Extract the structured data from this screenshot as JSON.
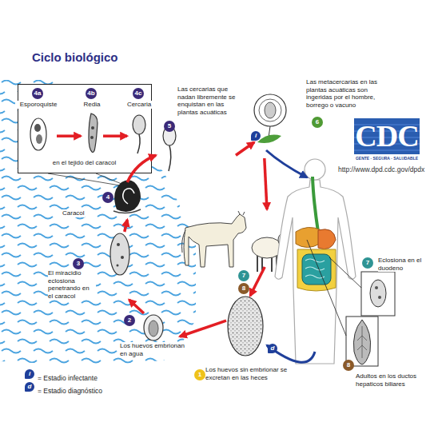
{
  "diagram": {
    "title": "Ciclo biológico",
    "nodes": [
      {
        "text": [
          "en el tejido del caracol"
        ]
      },
      {
        "text": [
          "4a",
          "Esporoquiste"
        ],
        "in": 0
      },
      {
        "text": [
          "4b",
          "Redia"
        ],
        "in": 0
      },
      {
        "text": [
          "4c",
          "Cercaria"
        ],
        "in": 0
      },
      {
        "text": [
          "5",
          "Las cercarias que nadan libremente se enquistan en las plantas acuáticas"
        ]
      },
      {
        "text": [
          "Las metacercarias en las plantas acuáticas son ingeridas por el hombre, borrego o vacuno",
          "6",
          "i"
        ]
      },
      {
        "text": [
          "4",
          "Caracol"
        ]
      },
      {
        "text": [
          "7",
          "8"
        ]
      },
      {
        "text": [
          "7",
          "Eclosiona en el duodeno"
        ]
      },
      {
        "text": [
          "3",
          "El miracidio eclosiona penetrando en el caracol"
        ]
      },
      {
        "text": [
          "2",
          "Los huevos embrionan en agua"
        ]
      },
      {
        "text": [
          "d",
          "1",
          "Los huevos sin embrionar se excretan en las heces"
        ]
      },
      {
        "text": [
          "8",
          "Adultos en los ductos hepaticos biliares"
        ]
      }
    ],
    "edges": [
      {
        "from": 1,
        "to": 2,
        "arrow": "to"
      },
      {
        "from": 2,
        "to": 3,
        "arrow": "to"
      },
      {
        "from": 6,
        "to": 4,
        "arrow": "to"
      },
      {
        "from": 4,
        "to": 5,
        "arrow": "to"
      },
      {
        "from": 5,
        "to": 7,
        "arrow": "to"
      },
      {
        "from": 7,
        "to": 11,
        "arrow": "to"
      },
      {
        "from": 11,
        "to": 10,
        "arrow": "to"
      },
      {
        "from": 10,
        "to": 9,
        "arrow": "to"
      },
      {
        "from": 9,
        "to": 6,
        "arrow": "to"
      }
    ],
    "labels": [
      "i",
      "d",
      "CDC",
      "GENTE · SEGURA · SALUDABLE",
      "http://www.dpd.cdc.gov/dpdx"
    ],
    "legend": [
      {
        "text": "= Estadio infectante"
      },
      {
        "text": "= Estadio diagnóstico"
      }
    ]
  }
}
